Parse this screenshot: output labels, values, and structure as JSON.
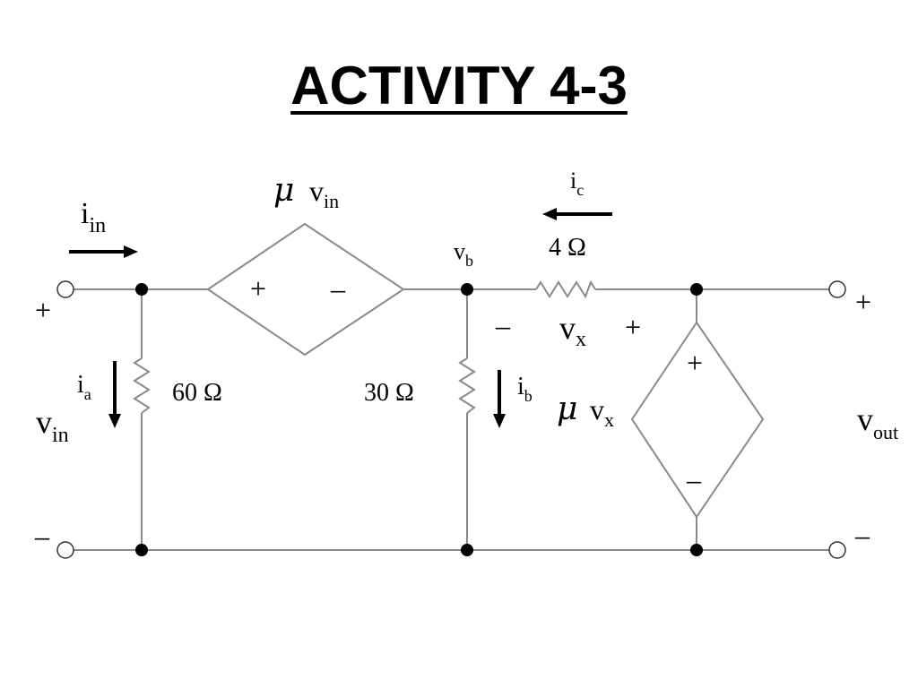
{
  "title": "ACTIVITY 4-3",
  "labels": {
    "i": "i",
    "v": "v",
    "in": "in",
    "a": "a",
    "b": "b",
    "c": "c",
    "x": "x",
    "out": "out",
    "mu": "μ",
    "plus": "+",
    "minus": "–"
  },
  "resistors": {
    "r_in": "60 Ω",
    "r_mid": "30 Ω",
    "r_series": "4 Ω"
  }
}
